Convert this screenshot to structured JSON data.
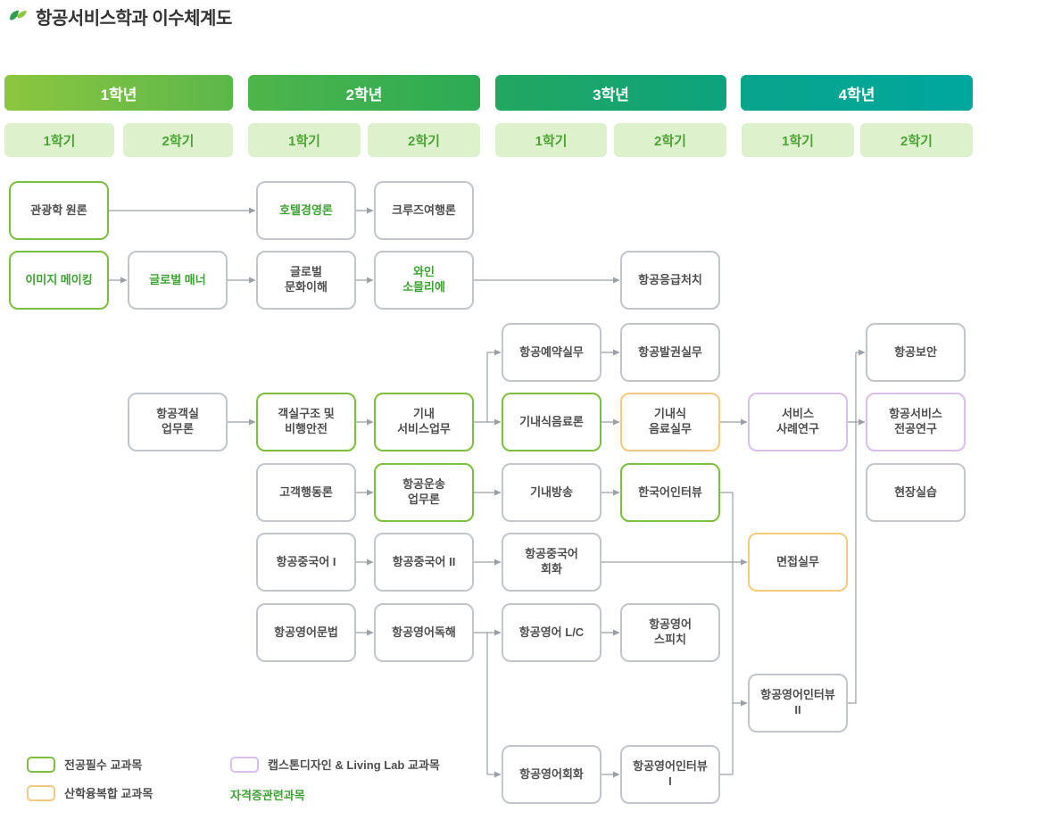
{
  "page": {
    "title": "항공서비스학과 이수체계도"
  },
  "grid": {
    "years": [
      {
        "label": "1학년",
        "semesters": [
          {
            "label": "1학기"
          },
          {
            "label": "2학기"
          }
        ]
      },
      {
        "label": "2학년",
        "semesters": [
          {
            "label": "1학기"
          },
          {
            "label": "2학기"
          }
        ]
      },
      {
        "label": "3학년",
        "semesters": [
          {
            "label": "1학기"
          },
          {
            "label": "2학기"
          }
        ]
      },
      {
        "label": "4학년",
        "semesters": [
          {
            "label": "1학기"
          },
          {
            "label": "2학기"
          }
        ]
      }
    ]
  },
  "courses": [
    {
      "label": "관광학 원론",
      "year": "1학년",
      "semester": "1학기",
      "type": "required",
      "certificate": false
    },
    {
      "label": "호텔경영론",
      "year": "2학년",
      "semester": "1학기",
      "type": "basic",
      "certificate": true
    },
    {
      "label": "크루즈여행론",
      "year": "2학년",
      "semester": "2학기",
      "type": "basic",
      "certificate": false
    },
    {
      "label": "이미지 메이킹",
      "year": "1학년",
      "semester": "1학기",
      "type": "required",
      "certificate": true
    },
    {
      "label": "글로벌 매너",
      "year": "1학년",
      "semester": "2학기",
      "type": "basic",
      "certificate": true
    },
    {
      "label": "글로벌\n문화이해",
      "year": "2학년",
      "semester": "1학기",
      "type": "basic",
      "certificate": false
    },
    {
      "label": "와인\n소믈리에",
      "year": "2학년",
      "semester": "2학기",
      "type": "basic",
      "certificate": true
    },
    {
      "label": "항공응급처치",
      "year": "3학년",
      "semester": "2학기",
      "type": "basic",
      "certificate": false
    },
    {
      "label": "항공예약실무",
      "year": "3학년",
      "semester": "1학기",
      "type": "basic",
      "certificate": false
    },
    {
      "label": "항공발권실무",
      "year": "3학년",
      "semester": "2학기",
      "type": "basic",
      "certificate": false
    },
    {
      "label": "항공보안",
      "year": "4학년",
      "semester": "2학기",
      "type": "basic",
      "certificate": false
    },
    {
      "label": "항공객실\n업무론",
      "year": "1학년",
      "semester": "2학기",
      "type": "basic",
      "certificate": false
    },
    {
      "label": "객실구조 및\n비행안전",
      "year": "2학년",
      "semester": "1학기",
      "type": "required",
      "certificate": false
    },
    {
      "label": "기내\n서비스업무",
      "year": "2학년",
      "semester": "2학기",
      "type": "required",
      "certificate": false
    },
    {
      "label": "기내식음료론",
      "year": "3학년",
      "semester": "1학기",
      "type": "required",
      "certificate": false
    },
    {
      "label": "기내식\n음료실무",
      "year": "3학년",
      "semester": "2학기",
      "type": "industry",
      "certificate": false
    },
    {
      "label": "서비스\n사례연구",
      "year": "4학년",
      "semester": "1학기",
      "type": "capstone",
      "certificate": false
    },
    {
      "label": "항공서비스\n전공연구",
      "year": "4학년",
      "semester": "2학기",
      "type": "capstone",
      "certificate": false
    },
    {
      "label": "고객행동론",
      "year": "2학년",
      "semester": "1학기",
      "type": "basic",
      "certificate": false
    },
    {
      "label": "항공운송\n업무론",
      "year": "2학년",
      "semester": "2학기",
      "type": "required",
      "certificate": false
    },
    {
      "label": "기내방송",
      "year": "3학년",
      "semester": "1학기",
      "type": "basic",
      "certificate": false
    },
    {
      "label": "한국어인터뷰",
      "year": "3학년",
      "semester": "2학기",
      "type": "required",
      "certificate": false
    },
    {
      "label": "현장실습",
      "year": "4학년",
      "semester": "2학기",
      "type": "basic",
      "certificate": false
    },
    {
      "label": "항공중국어 I",
      "year": "2학년",
      "semester": "1학기",
      "type": "basic",
      "certificate": false
    },
    {
      "label": "항공중국어 II",
      "year": "2학년",
      "semester": "2학기",
      "type": "basic",
      "certificate": false
    },
    {
      "label": "항공중국어\n회화",
      "year": "3학년",
      "semester": "1학기",
      "type": "basic",
      "certificate": false
    },
    {
      "label": "면접실무",
      "year": "4학년",
      "semester": "1학기",
      "type": "industry",
      "certificate": false
    },
    {
      "label": "항공영어문법",
      "year": "2학년",
      "semester": "1학기",
      "type": "basic",
      "certificate": false
    },
    {
      "label": "항공영어독해",
      "year": "2학년",
      "semester": "2학기",
      "type": "basic",
      "certificate": false
    },
    {
      "label": "항공영어 L/C",
      "year": "3학년",
      "semester": "1학기",
      "type": "basic",
      "certificate": false
    },
    {
      "label": "항공영어\n스피치",
      "year": "3학년",
      "semester": "2학기",
      "type": "basic",
      "certificate": false
    },
    {
      "label": "항공영어인터뷰\nII",
      "year": "4학년",
      "semester": "1학기",
      "type": "basic",
      "certificate": false
    },
    {
      "label": "항공영어회화",
      "year": "3학년",
      "semester": "1학기",
      "type": "basic",
      "certificate": false
    },
    {
      "label": "항공영어인터뷰\nI",
      "year": "3학년",
      "semester": "2학기",
      "type": "basic",
      "certificate": false
    }
  ],
  "edges": [
    {
      "from": "관광학 원론",
      "to": "호텔경영론"
    },
    {
      "from": "호텔경영론",
      "to": "크루즈여행론"
    },
    {
      "from": "이미지 메이킹",
      "to": "글로벌 매너"
    },
    {
      "from": "글로벌 매너",
      "to": "글로벌 문화이해"
    },
    {
      "from": "글로벌 문화이해",
      "to": "와인 소믈리에"
    },
    {
      "from": "와인 소믈리에",
      "to": "항공응급처치"
    },
    {
      "from": "항공객실 업무론",
      "to": "객실구조 및 비행안전"
    },
    {
      "from": "객실구조 및 비행안전",
      "to": "기내 서비스업무"
    },
    {
      "from": "기내 서비스업무",
      "to": "기내식음료론"
    },
    {
      "from": "기내 서비스업무",
      "to": "항공예약실무"
    },
    {
      "from": "항공예약실무",
      "to": "항공발권실무"
    },
    {
      "from": "기내식음료론",
      "to": "기내식 음료실무"
    },
    {
      "from": "기내식 음료실무",
      "to": "서비스 사례연구"
    },
    {
      "from": "서비스 사례연구",
      "to": "항공서비스 전공연구"
    },
    {
      "from": "고객행동론",
      "to": "항공운송 업무론"
    },
    {
      "from": "항공운송 업무론",
      "to": "기내방송"
    },
    {
      "from": "기내방송",
      "to": "한국어인터뷰"
    },
    {
      "from": "한국어인터뷰",
      "to": "항공영어인터뷰 II"
    },
    {
      "from": "항공중국어 I",
      "to": "항공중국어 II"
    },
    {
      "from": "항공중국어 II",
      "to": "항공중국어 회화"
    },
    {
      "from": "항공중국어 회화",
      "to": "면접실무"
    },
    {
      "from": "항공영어문법",
      "to": "항공영어독해"
    },
    {
      "from": "항공영어독해",
      "to": "항공영어 L/C"
    },
    {
      "from": "항공영어독해",
      "to": "항공영어회화"
    },
    {
      "from": "항공영어 L/C",
      "to": "항공영어 스피치"
    },
    {
      "from": "항공영어회화",
      "to": "항공영어인터뷰 I"
    },
    {
      "from": "항공영어인터뷰 I",
      "to": "항공영어인터뷰 II"
    },
    {
      "from": "항공영어인터뷰 II",
      "to": "항공보안"
    }
  ],
  "legend": {
    "required": "전공필수 교과목",
    "industry": "산학융복합 교과목",
    "capstone": "캡스톤디자인 & Living Lab 교과목",
    "certificate": "자격증관련과목"
  },
  "colors": {
    "year1_from": "#8CC63E",
    "year1_to": "#5BB74B",
    "year2_from": "#4FB54A",
    "year2_to": "#2BAB55",
    "year3_from": "#23A760",
    "year3_to": "#0CA37D",
    "year4_from": "#09A48C",
    "year4_to": "#00A79D",
    "sem_bg": "#DDF1CD",
    "sem_text": "#4CA434",
    "border_basic": "#C2C6CA",
    "border_required": "#7CBE3F",
    "border_industry": "#F5CA80",
    "border_capstone": "#DBBEE9",
    "text_course": "#4E4E4E",
    "text_cert": "#3EA234",
    "connector": "#9AA0A5",
    "title": "#333333"
  }
}
